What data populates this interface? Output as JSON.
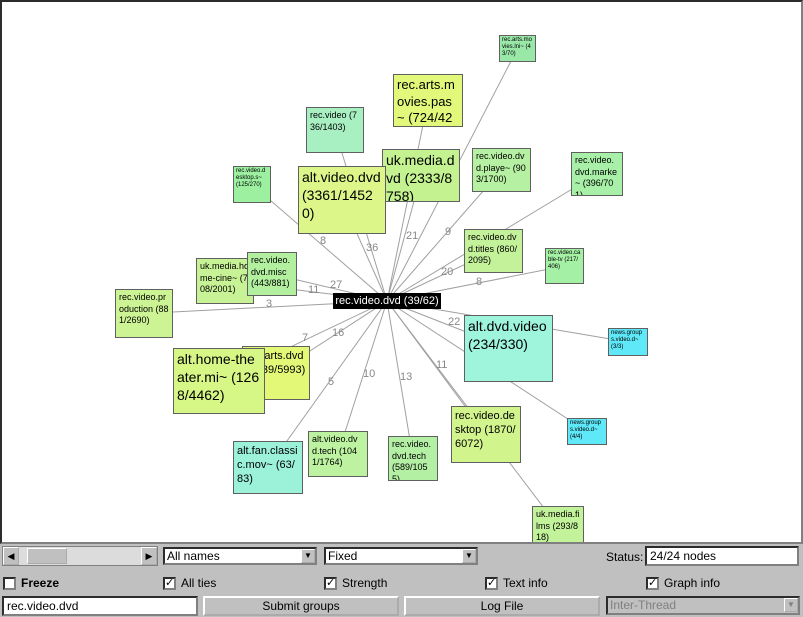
{
  "graph": {
    "center": "rec.video.dvd (39/62)",
    "nodes": [
      {
        "id": "n01",
        "label": "rec.arts.movies.lni~ (43/70)",
        "color": "#99e8a8"
      },
      {
        "id": "n02",
        "label": "rec.arts.movies.pas~ (724/4251)",
        "color": "#e2f87a"
      },
      {
        "id": "n03",
        "label": "rec.video (736/1403)",
        "color": "#a8f0c2"
      },
      {
        "id": "n04",
        "label": "rec.video.desktop.s~ (125/270)",
        "color": "#9cf0a0"
      },
      {
        "id": "n05",
        "label": "uk.media.dvd (2333/8758)",
        "color": "#c4f290"
      },
      {
        "id": "n06",
        "label": "rec.video.dvd.playe~ (903/1700)",
        "color": "#b6f0a2"
      },
      {
        "id": "n07",
        "label": "rec.video.dvd.marke~ (396/701)",
        "color": "#a8f0a8"
      },
      {
        "id": "n08",
        "label": "alt.video.dvd (3361/14520)",
        "color": "#dcf68a"
      },
      {
        "id": "n09",
        "label": "rec.video.dvd.titles (860/2095)",
        "color": "#c4f29a"
      },
      {
        "id": "n10",
        "label": "rec.video.cable-tv (217/406)",
        "color": "#a4f0a4"
      },
      {
        "id": "n11",
        "label": "uk.media.home-cine~ (708/2001)",
        "color": "#c8f296"
      },
      {
        "id": "n12",
        "label": "rec.video.dvd.misc (443/881)",
        "color": "#b2f0a0"
      },
      {
        "id": "n13",
        "label": "rec.video.production (881/2690)",
        "color": "#ccf494"
      },
      {
        "id": "n14",
        "label": "alt.dvd.video (234/330)",
        "color": "#9ef5dc"
      },
      {
        "id": "n15",
        "label": "news.groups.video.d~ (3/3)",
        "color": "#5ee8f8"
      },
      {
        "id": "n16",
        "label": "rec.arts.dvd (2639/5993)",
        "color": "#e4f878"
      },
      {
        "id": "n17",
        "label": "alt.home-theater.mi~ (1268/4462)",
        "color": "#d6f686"
      },
      {
        "id": "n18",
        "label": "news.groups.video.d~ (4/4)",
        "color": "#5ee8f8"
      },
      {
        "id": "n19",
        "label": "alt.fan.classic.mov~ (63/83)",
        "color": "#9cf2d8"
      },
      {
        "id": "n20",
        "label": "alt.video.dvd.tech (1041/1764)",
        "color": "#bcf2a0"
      },
      {
        "id": "n21",
        "label": "rec.video.dvd.tech (589/1055)",
        "color": "#b4f0a4"
      },
      {
        "id": "n22",
        "label": "rec.video.desktop (1870/6072)",
        "color": "#d2f48c"
      },
      {
        "id": "n23",
        "label": "uk.media.films (293/818)",
        "color": "#c2f29a"
      }
    ],
    "edge_labels": [
      "8",
      "36",
      "21",
      "9",
      "20",
      "8",
      "27",
      "11",
      "3",
      "22",
      "7",
      "16",
      "5",
      "10",
      "13",
      "11"
    ]
  },
  "controls": {
    "names_select": "All names",
    "layout_select": "Fixed",
    "status_label": "Status:",
    "status_value": "24/24 nodes",
    "freeze_label": "Freeze",
    "all_ties_label": "All ties",
    "strength_label": "Strength",
    "text_info_label": "Text info",
    "graph_info_label": "Graph info",
    "group_input": "rec.video.dvd",
    "submit_label": "Submit groups",
    "log_label": "Log File",
    "thread_select": "Inter-Thread",
    "checkmark": "✓",
    "arrow_left": "◀",
    "arrow_right": "▶",
    "arrow_down": "▼"
  }
}
